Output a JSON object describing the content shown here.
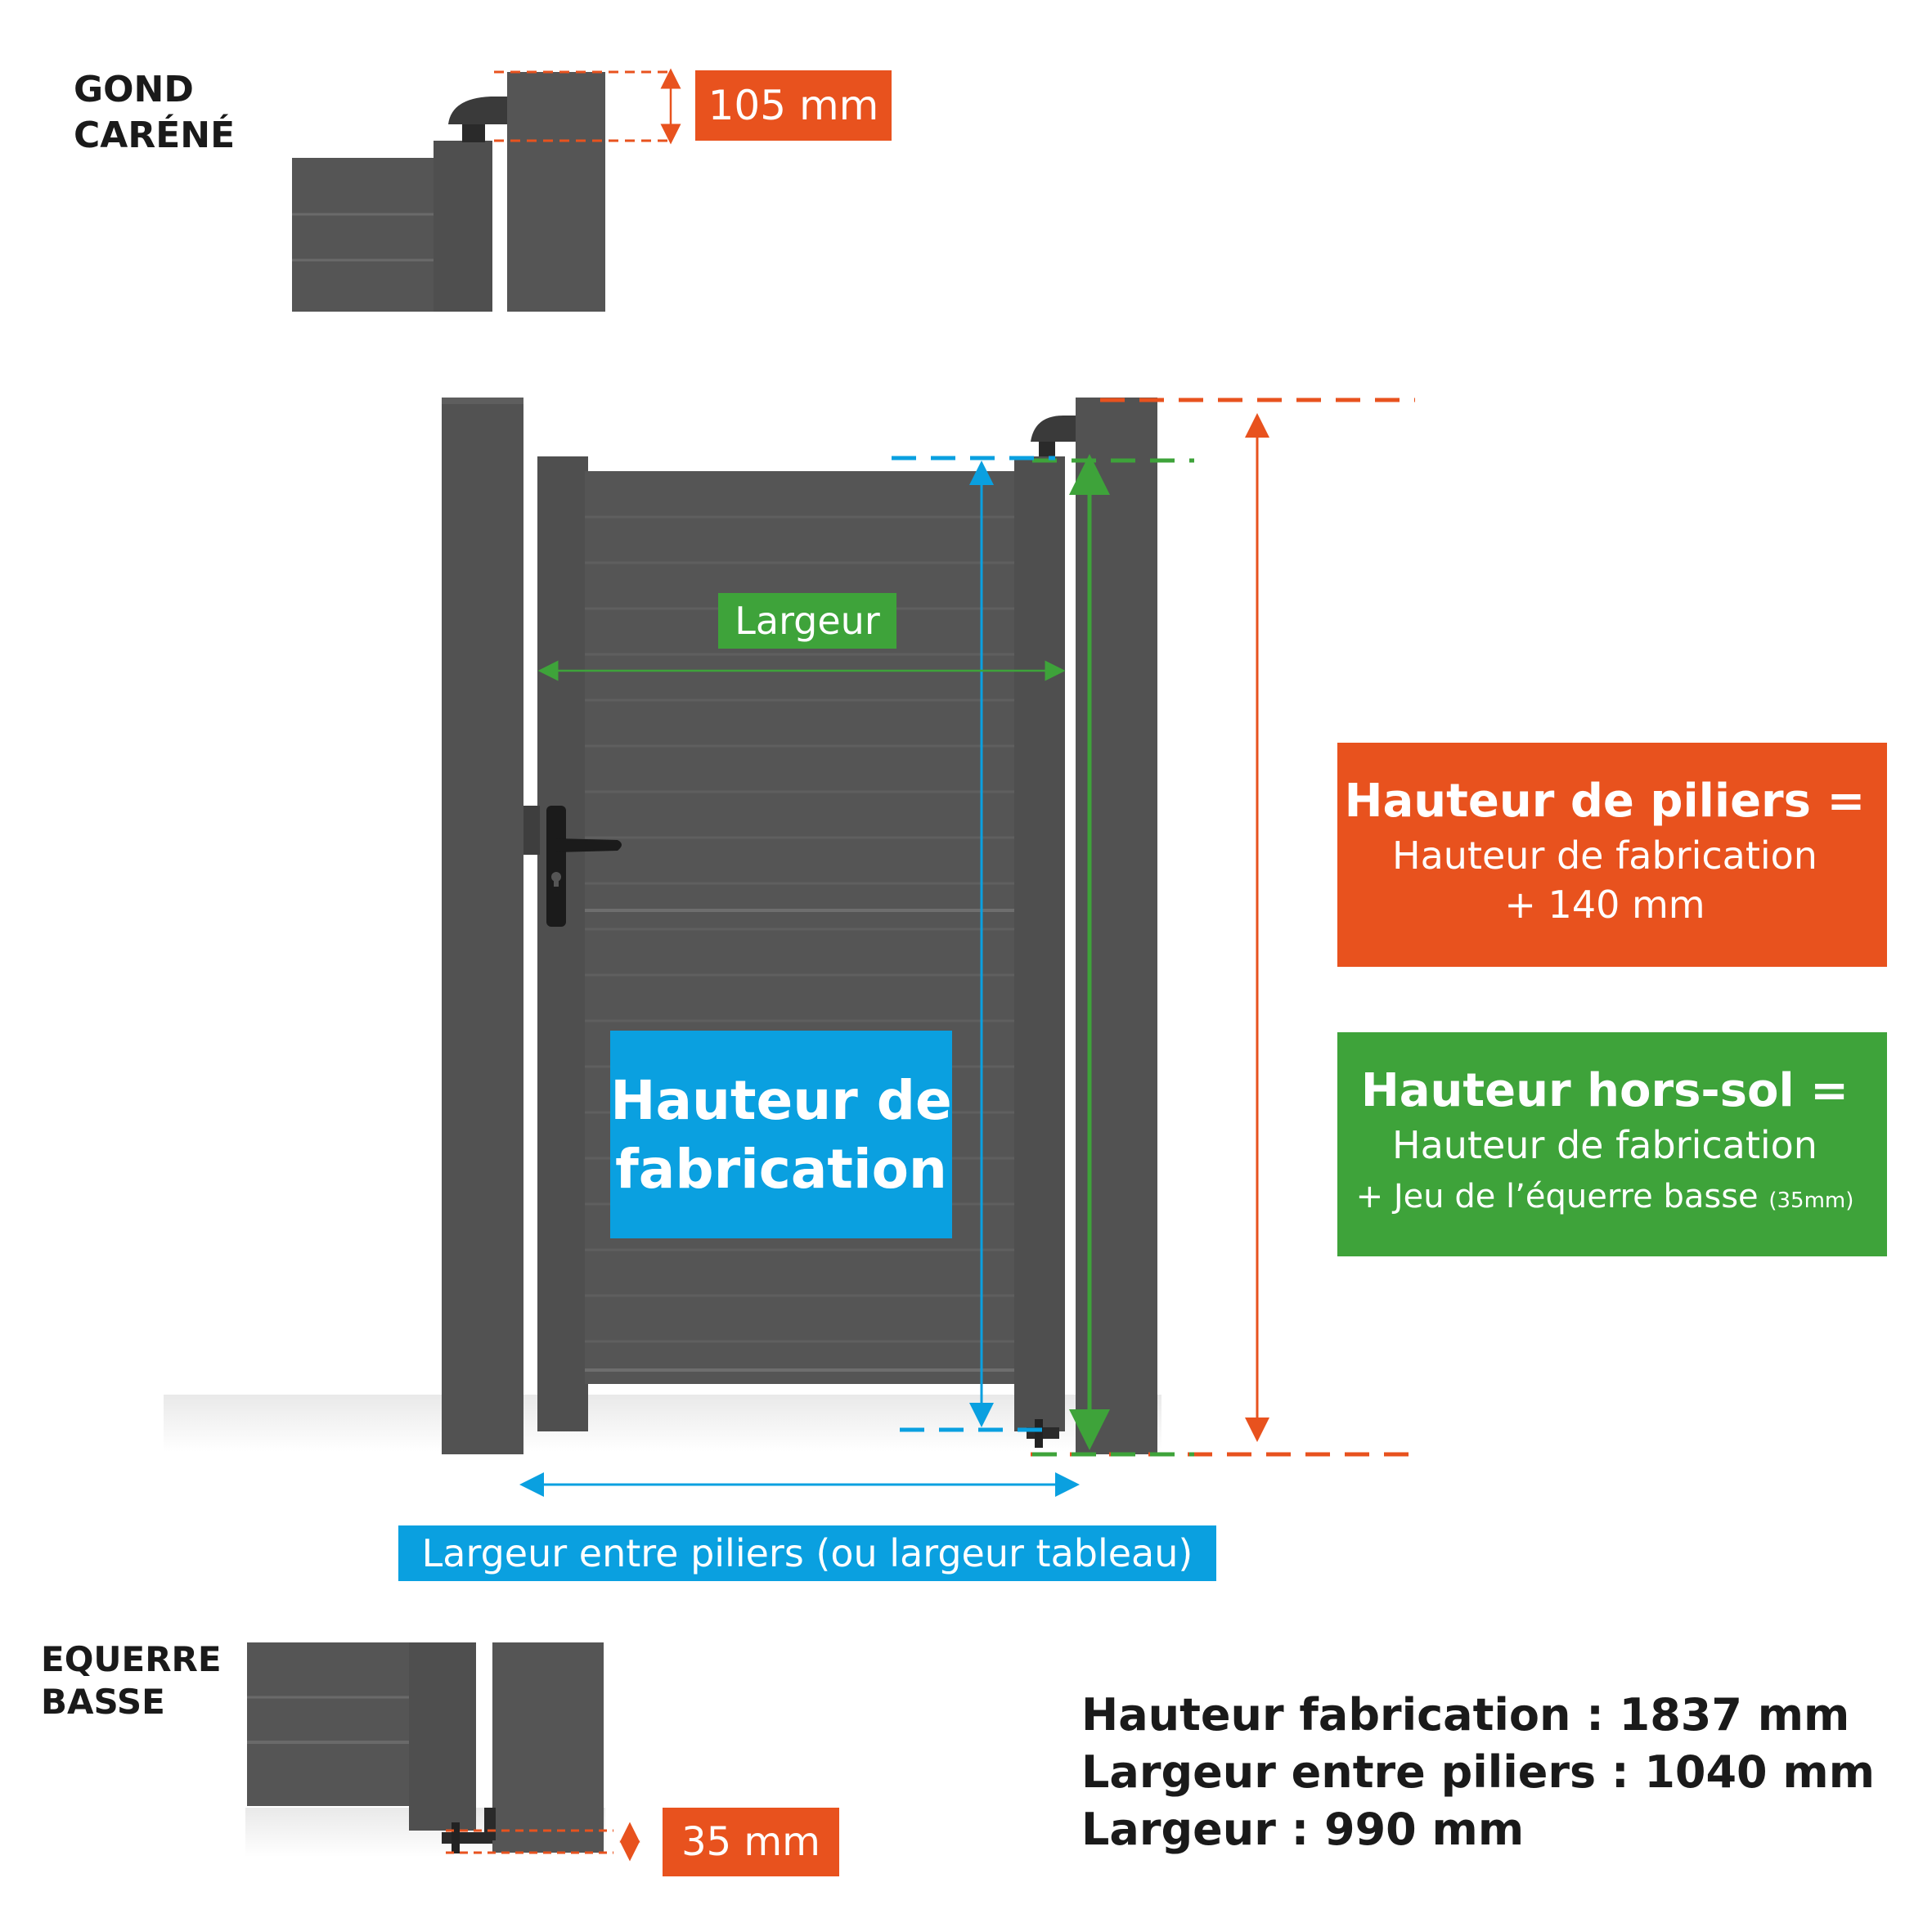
{
  "colors": {
    "panel": "#555555",
    "panel_dark": "#4a4a4a",
    "slat_line": "#6a6a6a",
    "orange": "#e8521e",
    "green": "#3ea33a",
    "blue": "#0aa0e0",
    "text": "#1a1a1a"
  },
  "detail_top": {
    "title_line1": "GOND",
    "title_line2": "CARÉNÉ",
    "measure": "105 mm"
  },
  "detail_bottom": {
    "title_line1": "EQUERRE",
    "title_line2": "BASSE",
    "measure": "35 mm"
  },
  "labels": {
    "largeur": "Largeur",
    "hauteur_fab_line1": "Hauteur de",
    "hauteur_fab_line2": "fabrication",
    "largeur_piliers": "Largeur entre piliers (ou largeur tableau)"
  },
  "box_piliers": {
    "title": "Hauteur de piliers =",
    "line1": "Hauteur de fabrication",
    "line2": "+ 140 mm"
  },
  "box_horssol": {
    "title": "Hauteur hors-sol =",
    "line1": "Hauteur de fabrication",
    "line2": "+ Jeu de l’équerre basse",
    "line2_small": "(35mm)"
  },
  "specs": [
    "Hauteur fabrication : 1837 mm",
    "Largeur entre piliers : 1040 mm",
    "Largeur : 990 mm"
  ],
  "icons": {
    "handle": "door-handle-icon",
    "hinge": "hinge-icon"
  }
}
